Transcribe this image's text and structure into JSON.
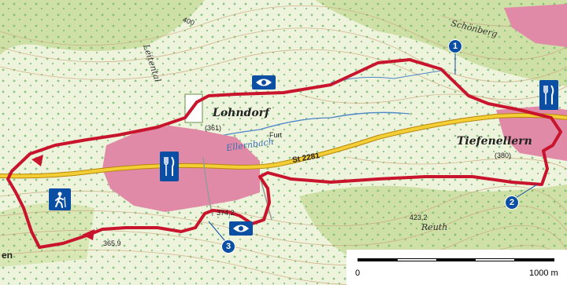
{
  "map": {
    "places": {
      "lohndorf": "Lohndorf",
      "tiefenellern": "Tiefenellern",
      "schonberg": "Schönberg",
      "leitental": "Leitental",
      "ellernbach": "Ellernbach",
      "reuth": "Reuth",
      "furt": "Furt"
    },
    "road_label": "St 2281",
    "elevations": {
      "lohndorf": "(361)",
      "tiefenellern": "(380)",
      "e3742": "374,2",
      "e3659": "365,9",
      "e4232": "423,2",
      "e400": "400"
    },
    "markers": [
      "1",
      "2",
      "3"
    ],
    "poi_icons": [
      "restaurant-icon",
      "restaurant-icon",
      "viewpoint-icon",
      "viewpoint-icon",
      "hiker-icon"
    ],
    "scale": {
      "start": "0",
      "end": "1000 m"
    },
    "edge_text": "en",
    "colors": {
      "route": "#c8142c",
      "settlement": "#e08aa8",
      "forest": "#cfe0a6",
      "poi": "#0a4fa3",
      "road": "#e8b824",
      "water": "#4a86c8"
    }
  }
}
